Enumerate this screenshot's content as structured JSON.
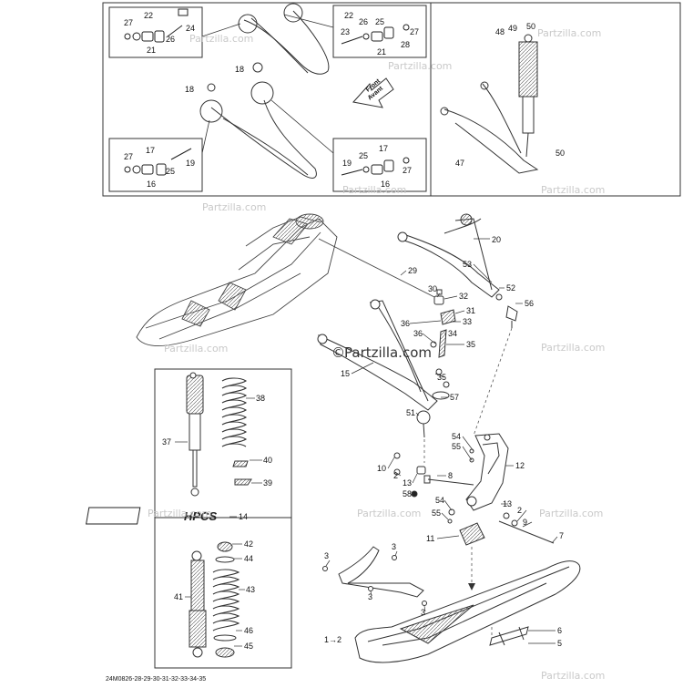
{
  "watermark": {
    "main": "Partzilla.com",
    "repeat": "Partzilla.com",
    "symbol": "©"
  },
  "front_arrow": {
    "line1": "Front",
    "line2": "Avant"
  },
  "hpcs_badge": "HPCS",
  "drawing_code": "24M0826-28-29-30-31-32-33-34-35",
  "callouts_top_left": {
    "box1": [
      "27",
      "22",
      "24",
      "26",
      "21"
    ],
    "box2": [
      "27",
      "17",
      "19",
      "25",
      "16"
    ],
    "mid": [
      "18",
      "18"
    ]
  },
  "callouts_top_right_boxes": {
    "box3": [
      "22",
      "26",
      "23",
      "25",
      "28",
      "27",
      "21"
    ],
    "box4": [
      "17",
      "25",
      "19",
      "27",
      "16"
    ]
  },
  "callouts_top_panel_right": [
    "48",
    "49",
    "50",
    "50",
    "47"
  ],
  "callouts_main": [
    "20",
    "53",
    "52",
    "56",
    "29",
    "30",
    "32",
    "31",
    "33",
    "36",
    "34",
    "35",
    "36",
    "35",
    "15",
    "57",
    "51",
    "54",
    "55",
    "12",
    "10",
    "2",
    "13",
    "8",
    "58",
    "54",
    "55",
    "13",
    "2",
    "9",
    "11",
    "7",
    "3",
    "3",
    "3",
    "3",
    "6",
    "5",
    "1→2"
  ],
  "callouts_shock_upper": [
    "38",
    "37",
    "40",
    "39",
    "14"
  ],
  "callouts_shock_lower": [
    "42",
    "44",
    "43",
    "41",
    "46",
    "45"
  ]
}
